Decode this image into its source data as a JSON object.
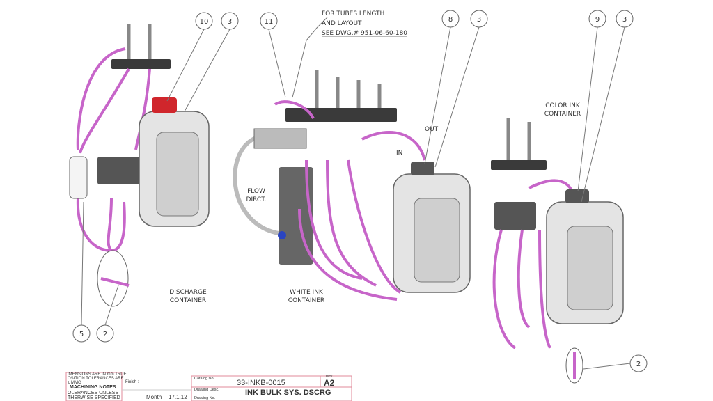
{
  "callouts": {
    "note": [
      "FOR TUBES LENGTH",
      "AND LAYOUT",
      "SEE DWG.# 951-06-60-180"
    ],
    "discharge": [
      "DISCHARGE",
      "CONTAINER"
    ],
    "white_ink": [
      "WHITE INK",
      "CONTAINER"
    ],
    "color_ink": [
      "COLOR INK",
      "CONTAINER"
    ],
    "flow": [
      "FLOW",
      "DIRCT."
    ],
    "in": "IN",
    "out": "OUT"
  },
  "balloons": [
    "10",
    "3",
    "11",
    "8",
    "3",
    "9",
    "3",
    "5",
    "2",
    "2"
  ],
  "colors": {
    "tube": "#c765c9",
    "cap": "#d0262c",
    "container": "#e4e4e4",
    "title_border": "#e08a9a"
  },
  "title_block": {
    "notes": [
      "IMENSIONS ARE IN mm TRUE",
      "OSITION TOLERANCES ARE",
      "± MMC"
    ],
    "machining_title": "MACHINING NOTES",
    "machining": [
      "OLERANCES UNLESS",
      "THERWISE SPECIFIED"
    ],
    "finish_label": "Finish :",
    "catalog_label": "Catalog No.",
    "catalog_no": "33-INKB-0015",
    "rev_label": "REV",
    "rev": "A2",
    "desc_label": "Drawing Desc.",
    "desc": "INK BULK SYS. DSCRG",
    "drawing_no_label": "Drawing No.",
    "month_label": "Month",
    "date": "17.1.12"
  }
}
